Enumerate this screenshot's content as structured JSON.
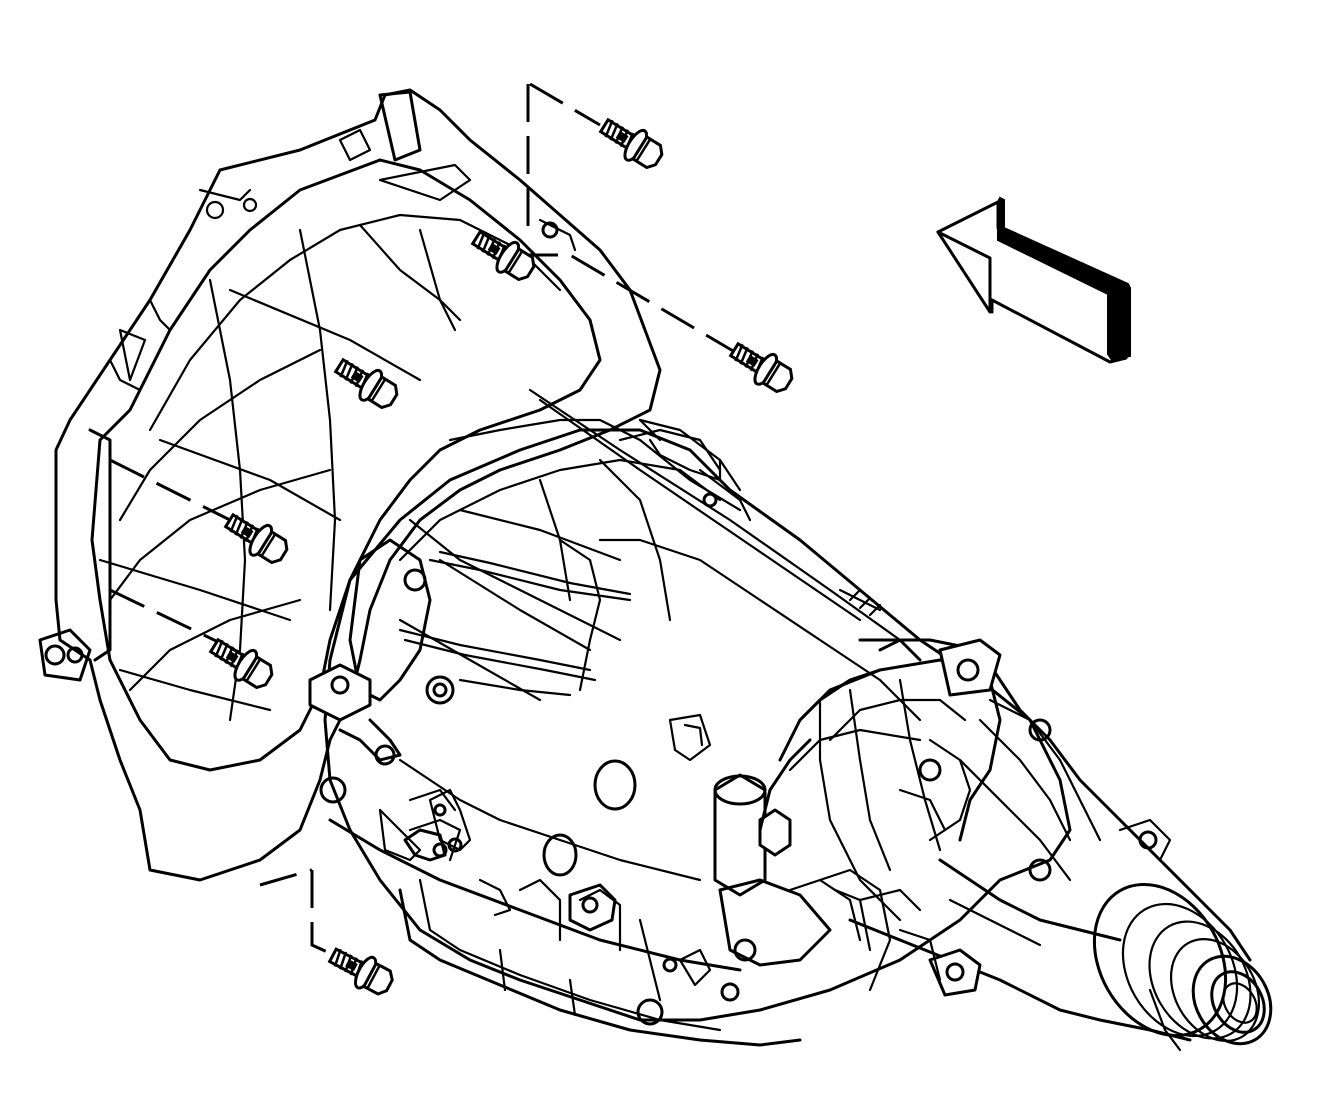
{
  "figure": {
    "subject": "transmission-assembly",
    "background_color": "#ffffff",
    "line_color": "#000000",
    "fasteners": [
      {
        "name": "bolt-top-1"
      },
      {
        "name": "bolt-top-2"
      },
      {
        "name": "bolt-top-3"
      },
      {
        "name": "bolt-left-1"
      },
      {
        "name": "bolt-left-2"
      },
      {
        "name": "bolt-left-3"
      },
      {
        "name": "bolt-bottom"
      }
    ],
    "icons": {
      "direction": "arrow-left-icon"
    }
  }
}
